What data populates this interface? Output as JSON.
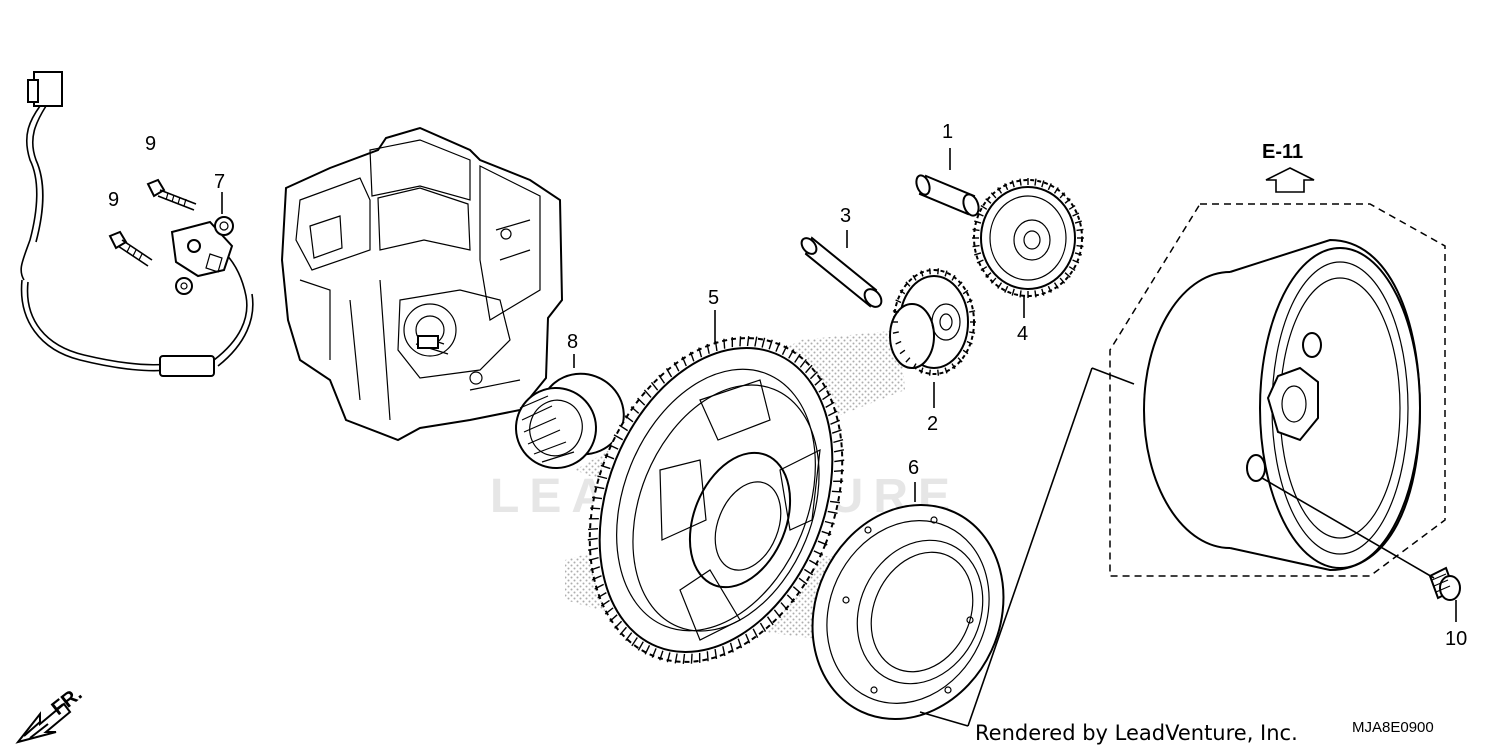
{
  "callouts": {
    "p1": "1",
    "p2": "2",
    "p3": "3",
    "p4": "4",
    "p5": "5",
    "p6": "6",
    "p7": "7",
    "p8": "8",
    "p9a": "9",
    "p9b": "9",
    "p10": "10"
  },
  "reference": {
    "label": "E-11"
  },
  "direction": {
    "label": "FR."
  },
  "watermark": {
    "text": "LEADVENTURE"
  },
  "footer": {
    "credit": "Rendered by LeadVenture, Inc.",
    "diagram_code": "MJA8E0900"
  },
  "colors": {
    "line": "#000000",
    "paper": "#ffffff",
    "watermark": "#e6e6e6",
    "stipple": "#9a9a9a"
  }
}
